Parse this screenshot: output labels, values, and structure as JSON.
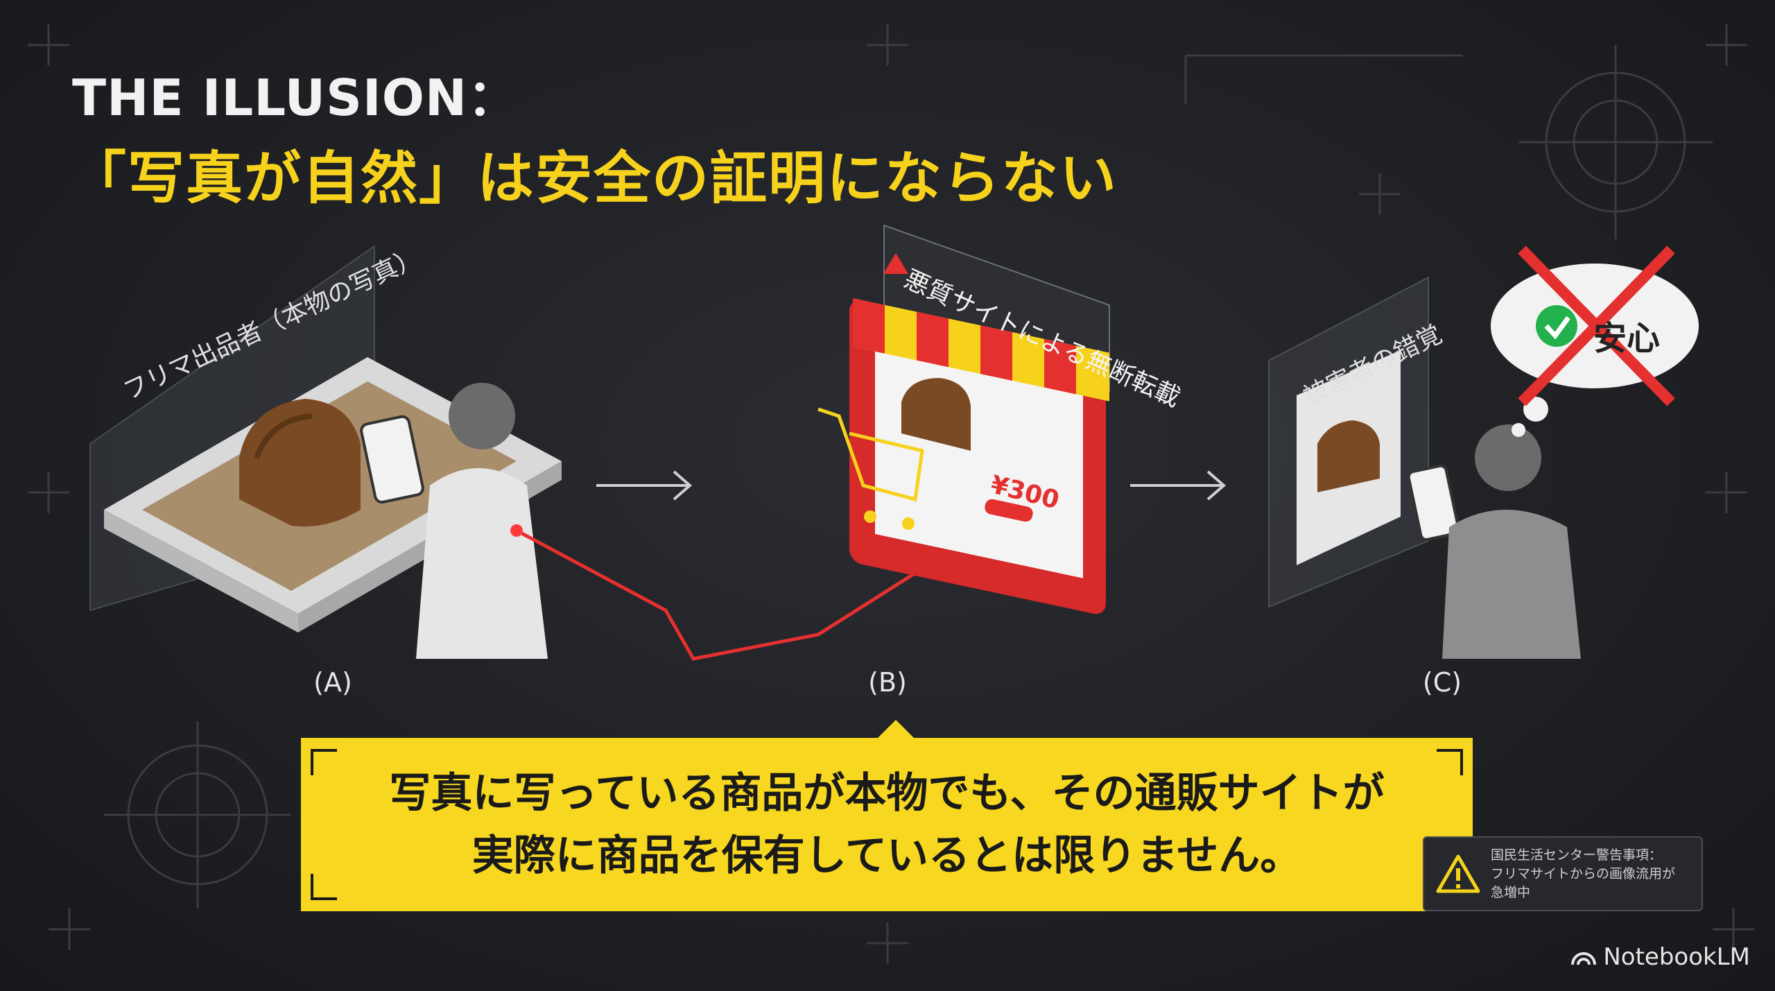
{
  "title": {
    "line1": "THE ILLUSION：",
    "line2": "「写真が自然」は安全の証明にならない"
  },
  "panels": [
    {
      "label": "フリマ出品者（本物の写真）",
      "caption": "(A)"
    },
    {
      "label": "悪質サイトによる無断転載",
      "caption": "(B)",
      "price": "¥300"
    },
    {
      "label": "被害者の錯覚",
      "caption": "(C)",
      "thought": "安心"
    }
  ],
  "callout": {
    "line1": "写真に写っている商品が本物でも、その通販サイトが",
    "line2": "実際に商品を保有しているとは限りません。"
  },
  "warning": {
    "icon": "warning-triangle-icon",
    "line1": "国民生活センター警告事項：",
    "line2": "フリマサイトからの画像流用が",
    "line3": "急増中"
  },
  "brand": {
    "name": "NotebookLM",
    "icon": "notebooklm-logo-icon"
  },
  "colors": {
    "accent_yellow": "#f7d720",
    "danger_red": "#e53030",
    "background": "#1f2125"
  }
}
